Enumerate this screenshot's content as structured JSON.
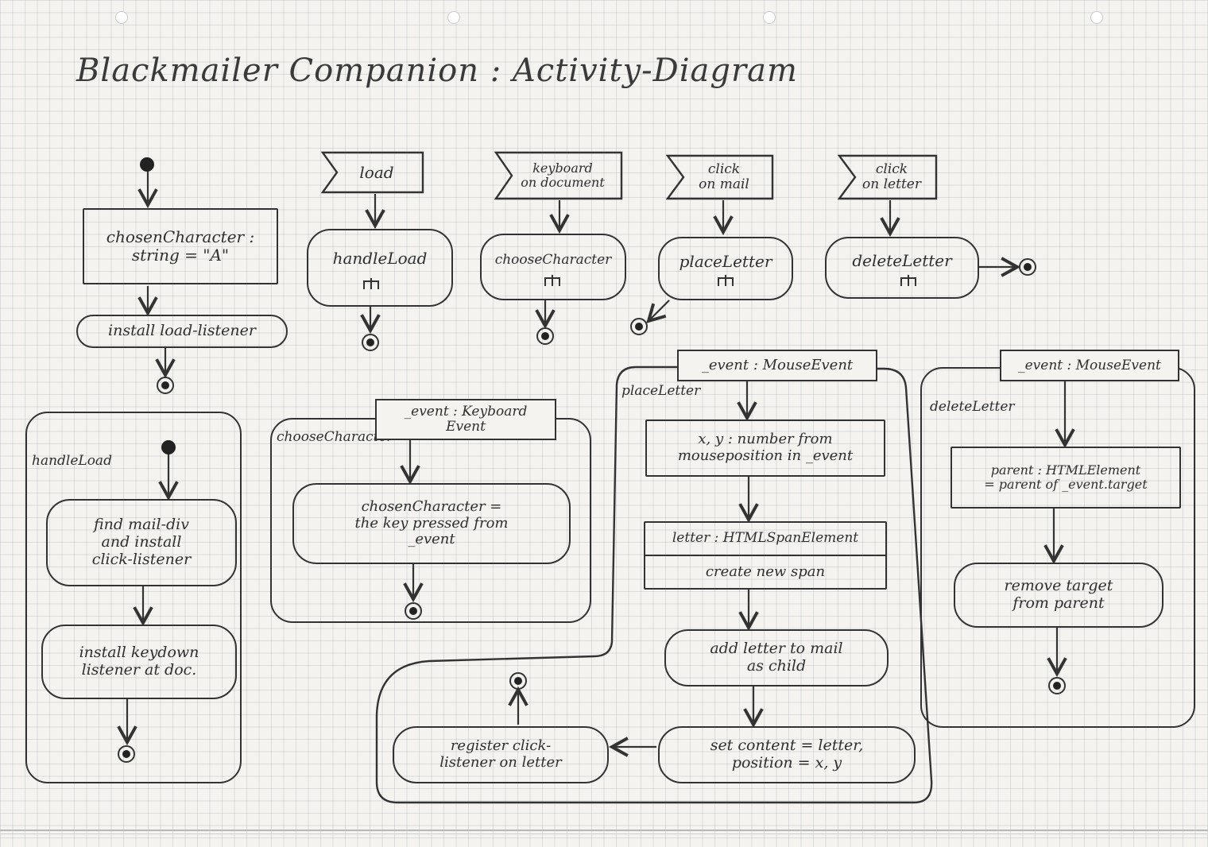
{
  "title": "Blackmailer Companion : Activity-Diagram",
  "main": {
    "var_node": "chosenCharacter :\nstring = \"A\"",
    "install_node": "install load-listener"
  },
  "signals": {
    "load": "load",
    "keyboard": "keyboard\non document",
    "click_mail": "click\non mail",
    "click_letter": "click\non letter"
  },
  "top_actions": {
    "handle_load": "handleLoad",
    "choose_character": "chooseCharacter",
    "place_letter": "placeLetter",
    "delete_letter": "deleteLetter"
  },
  "handle_load_box": {
    "label": "handleLoad",
    "step1": "find mail-div\nand install\nclick-listener",
    "step2": "install keydown\nlistener at doc."
  },
  "choose_character_box": {
    "label": "chooseCharacter",
    "pin": "_event : Keyboard\nEvent",
    "step1": "chosenCharacter =\nthe key pressed from\n_event"
  },
  "place_letter_box": {
    "label": "placeLetter",
    "pin": "_event : MouseEvent",
    "step1": "x, y : number from\nmouseposition in _event",
    "step2_top": "letter : HTMLSpanElement",
    "step2_bottom": "create new span",
    "step3": "add letter to mail\nas child",
    "step4": "set content = letter,\nposition = x, y",
    "step5": "register click-\nlistener on letter"
  },
  "delete_letter_box": {
    "label": "deleteLetter",
    "pin": "_event : MouseEvent",
    "step1": "parent : HTMLElement\n= parent of _event.target",
    "step2": "remove target\nfrom parent"
  }
}
